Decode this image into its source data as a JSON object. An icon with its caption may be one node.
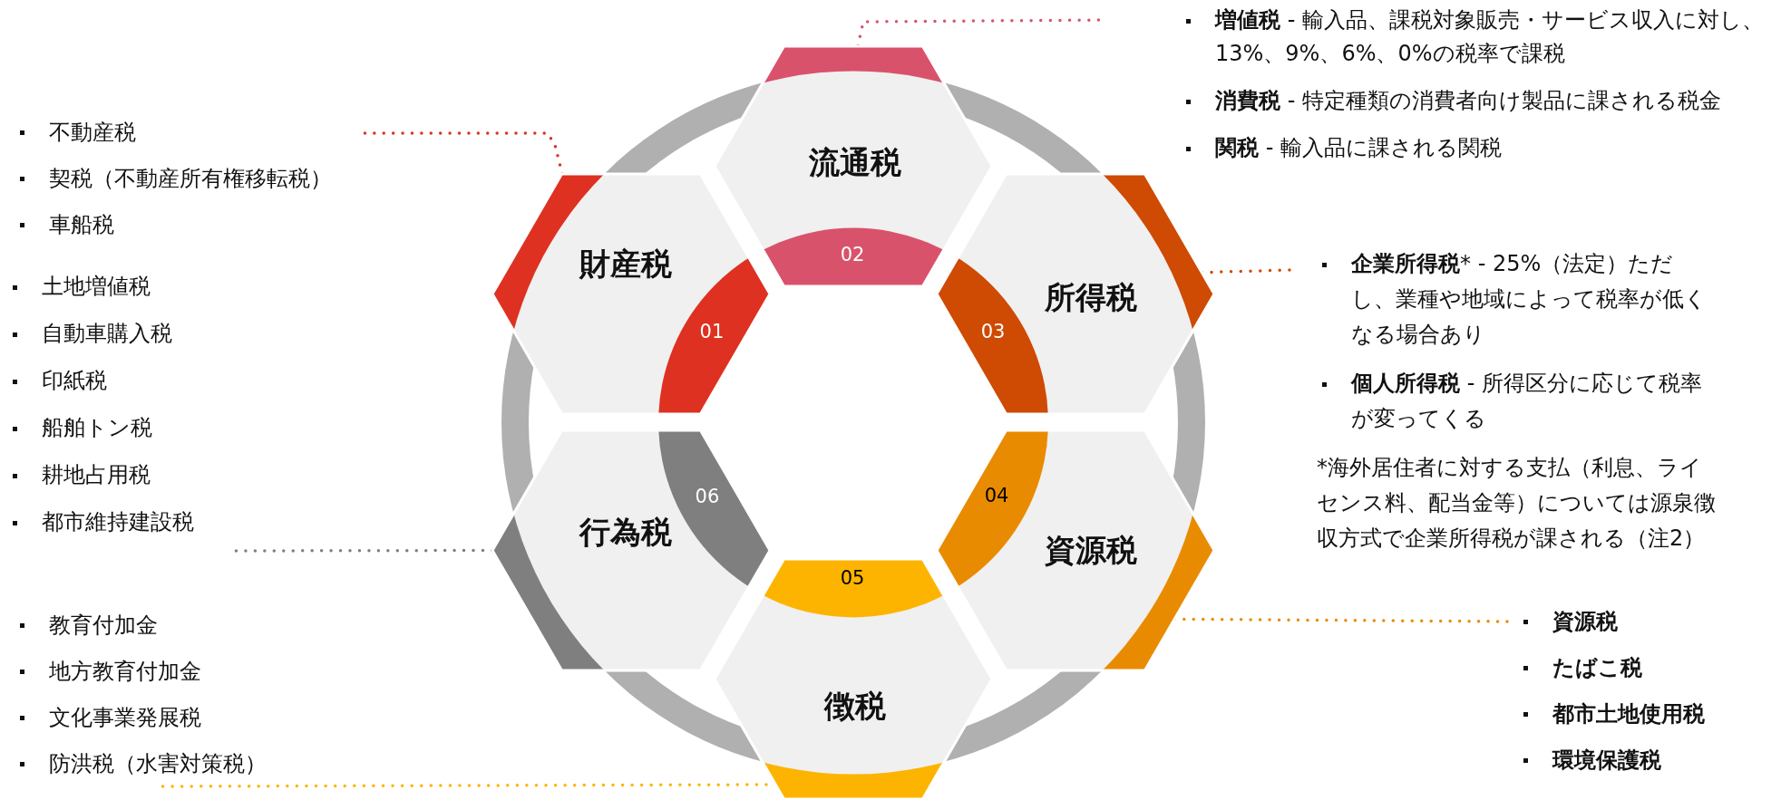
{
  "diagram": {
    "nodes": [
      {
        "text": [
          "財産税",
          "01"
        ]
      },
      {
        "text": [
          "流通税",
          "02"
        ]
      },
      {
        "text": [
          "所得税",
          "03"
        ]
      },
      {
        "text": [
          "04",
          "資源税"
        ]
      },
      {
        "text": [
          "05",
          "徴税"
        ]
      },
      {
        "text": [
          "06",
          "行為税"
        ]
      },
      {
        "text": [
          "**増値税** - 輸入品、課税対象販売・サービス収入に対し、13%、9%、6%、0%の税率で課税",
          "**消費税** - 特定種類の消費者向け製品に課される税金",
          "**関税** - 輸入品に課される関税"
        ]
      },
      {
        "text": [
          "不動産税",
          "契税（不動産所有権移転税）",
          "車船税"
        ]
      },
      {
        "text": [
          "**企業所得税*** - 25%（法定）ただし、業種や地域によって税率が低くなる場合あり",
          "**個人所得税** - 所得区分に応じて税率が変ってくる",
          "*海外居住者に対する支払（利息、ライセンス料、配当金等）については源泉徴収方式で企業所得税が課される（注2）"
        ]
      },
      {
        "text": [
          "土地増値税",
          "自動車購入税",
          "印紙税",
          "船舶トン税",
          "耕地占用税",
          "都市維持建設税"
        ]
      },
      {
        "text": [
          "資源税",
          "たばこ税",
          "都市土地使用税",
          "環境保護税"
        ]
      },
      {
        "text": [
          "教育付加金",
          "地方教育付加金",
          "文化事業発展税",
          "防洪税（水害対策税）"
        ]
      }
    ],
    "edges": [
      {
        "from": 1,
        "to": 6,
        "arrow": "none",
        "style": "dashed",
        "color": "#d9526b"
      },
      {
        "from": 0,
        "to": 7,
        "arrow": "none",
        "style": "dashed",
        "color": "#de3121"
      },
      {
        "from": 2,
        "to": 8,
        "arrow": "none",
        "style": "dashed",
        "color": "#cf4a02"
      },
      {
        "from": 5,
        "to": 9,
        "arrow": "none",
        "style": "dashed",
        "color": "#7f7f7f"
      },
      {
        "from": 3,
        "to": 10,
        "arrow": "none",
        "style": "dashed",
        "color": "#e98b00"
      },
      {
        "from": 4,
        "to": 11,
        "arrow": "none",
        "style": "dashed",
        "color": "#fdb400"
      }
    ]
  }
}
